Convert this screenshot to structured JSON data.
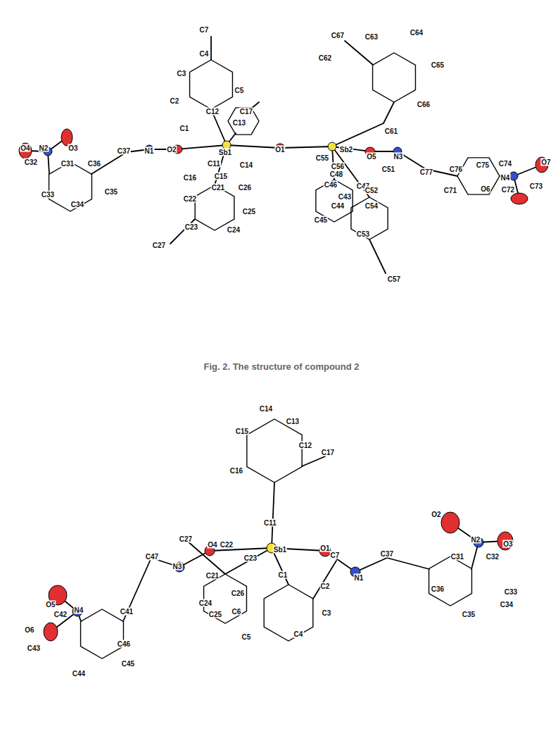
{
  "diagram": {
    "caption": "Fig. 2. The structure of compound 2",
    "labels": [
      "C7",
      "C67",
      "C63",
      "C64",
      "C4",
      "C62",
      "C65",
      "C3",
      "C5",
      "C66",
      "C12",
      "C17",
      "C2",
      "C13",
      "C1",
      "C61",
      "O4",
      "N2",
      "O3",
      "C37",
      "N1",
      "O2",
      "Sb1",
      "O1",
      "C11",
      "C14",
      "C55",
      "Sb2",
      "O5",
      "N3",
      "C51",
      "C77",
      "C76",
      "C75",
      "C74",
      "O7",
      "C32",
      "C31",
      "C36",
      "C56",
      "C48",
      "N4",
      "C16",
      "C15",
      "C46",
      "C47",
      "C52",
      "C72",
      "C73",
      "O6",
      "C71",
      "C21",
      "C26",
      "C43",
      "C22",
      "C33",
      "C35",
      "C34",
      "C44",
      "C54",
      "C25",
      "C45",
      "C23",
      "C24",
      "C53",
      "C27",
      "C57",
      "C14",
      "C13",
      "C15",
      "C12",
      "C17",
      "C16",
      "C11",
      "C27",
      "O4",
      "C22",
      "Sb1",
      "O1",
      "C7",
      "C47",
      "C37",
      "C23",
      "N3",
      "C21",
      "C1",
      "N1",
      "O2",
      "N2",
      "O3",
      "C31",
      "C32",
      "C2",
      "C26",
      "C24",
      "C36",
      "C33",
      "C34",
      "C25",
      "C6",
      "C3",
      "C35",
      "O5",
      "N4",
      "C42",
      "C41",
      "O6",
      "C5",
      "C4",
      "C46",
      "C43",
      "C45",
      "C44"
    ]
  }
}
